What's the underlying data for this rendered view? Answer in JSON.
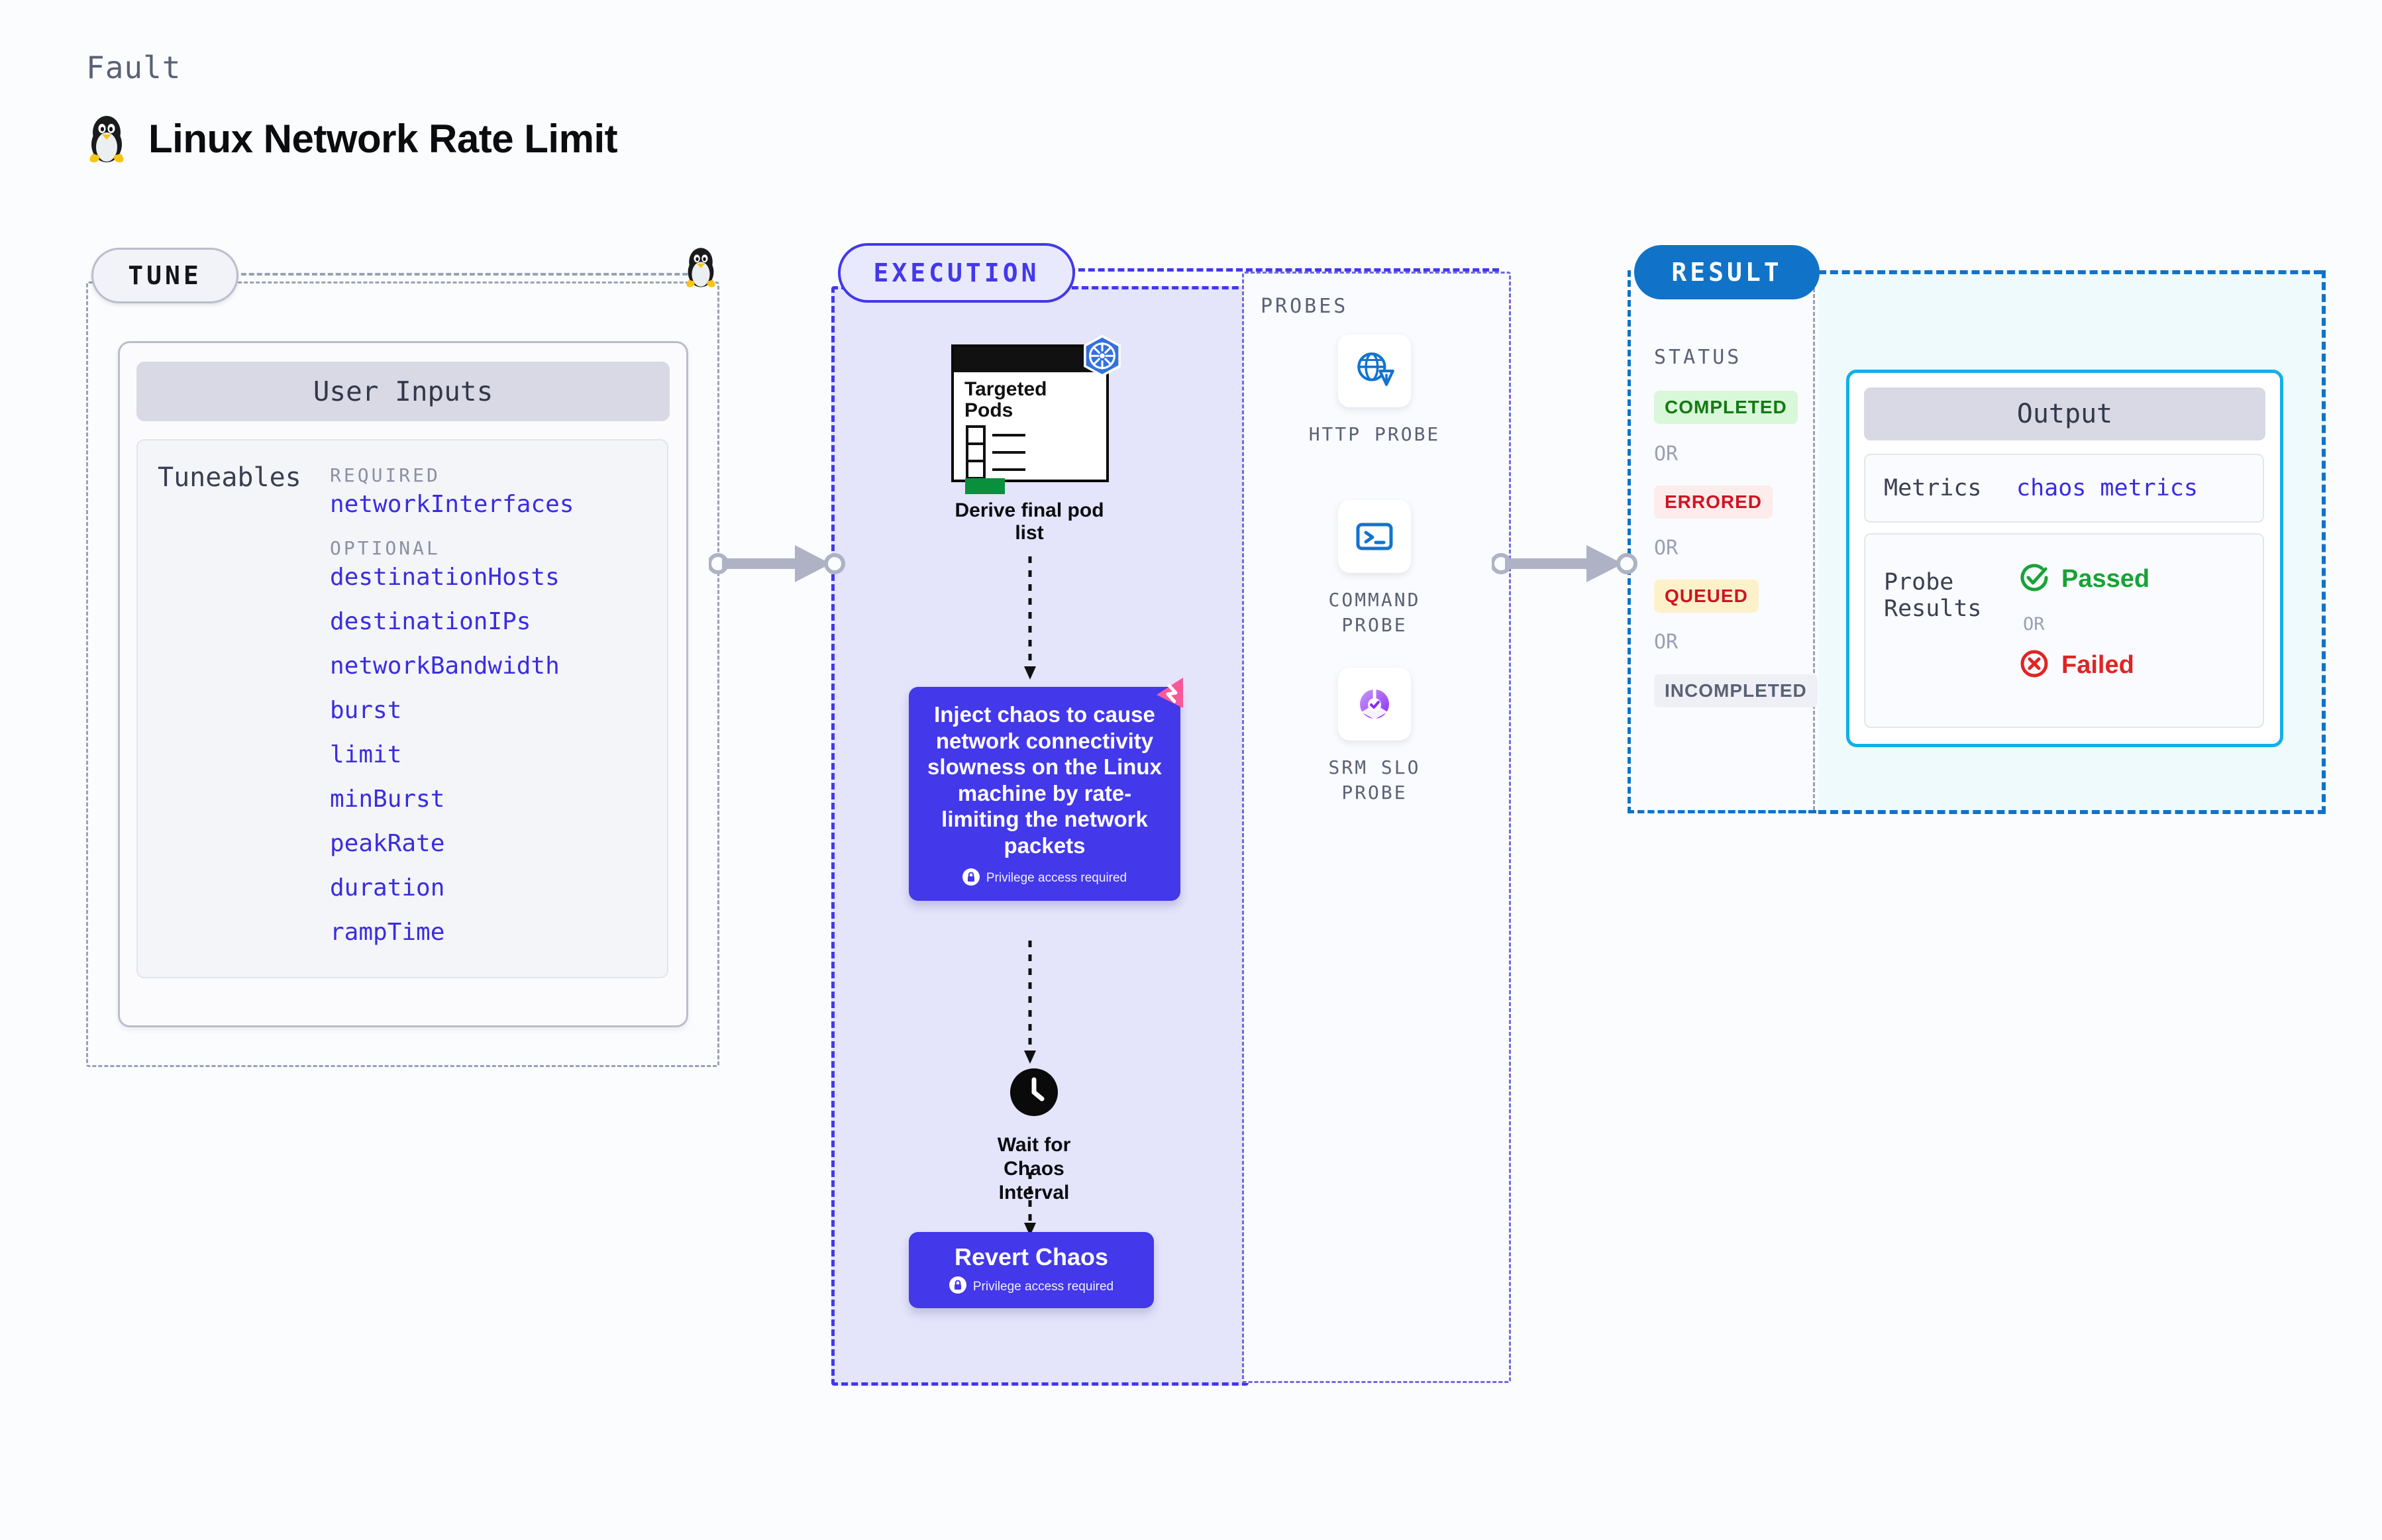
{
  "header": {
    "kicker": "Fault",
    "title": "Linux Network Rate Limit",
    "icon": "linux-penguin-icon"
  },
  "tune": {
    "tag": "TUNE",
    "card_title": "User Inputs",
    "tuneables_label": "Tuneables",
    "groups": [
      {
        "label": "REQUIRED",
        "items": [
          "networkInterfaces"
        ]
      },
      {
        "label": "OPTIONAL",
        "items": [
          "destinationHosts",
          "destinationIPs",
          "networkBandwidth",
          "burst",
          "limit",
          "minBurst",
          "peakRate",
          "duration",
          "rampTime"
        ]
      }
    ]
  },
  "execution": {
    "tag": "EXECUTION",
    "pods_node": {
      "card_title_line1": "Targeted",
      "card_title_line2": "Pods",
      "badge_icon": "kubernetes-icon",
      "caption": "Derive final pod list"
    },
    "inject_node": {
      "text": "Inject chaos to cause network connectivity slowness on the Linux machine by rate-limiting the network packets",
      "privilege_note": "Privilege access required",
      "privilege_icon": "lock-icon",
      "corner_icon": "litmus-chaos-icon"
    },
    "wait_node": {
      "icon": "clock-icon",
      "caption_line1": "Wait for Chaos",
      "caption_line2": "Interval"
    },
    "revert_node": {
      "title": "Revert Chaos",
      "privilege_note": "Privilege access required",
      "privilege_icon": "lock-icon"
    }
  },
  "probes": {
    "label": "PROBES",
    "items": [
      {
        "icon": "http-globe-warning-icon",
        "caption": "HTTP PROBE"
      },
      {
        "icon": "command-terminal-icon",
        "caption": "COMMAND\nPROBE"
      },
      {
        "icon": "srm-slo-gauge-icon",
        "caption": "SRM SLO\nPROBE"
      }
    ]
  },
  "result": {
    "tag": "RESULT",
    "status_label": "STATUS",
    "or_label": "OR",
    "statuses": [
      {
        "label": "COMPLETED",
        "bg": "#d9f7d9",
        "fg": "#137a13"
      },
      {
        "label": "ERRORED",
        "bg": "#fdeceb",
        "fg": "#cf1322"
      },
      {
        "label": "QUEUED",
        "bg": "#fdf1c9",
        "fg": "#cf1322"
      },
      {
        "label": "INCOMPLETED",
        "bg": "#eef0f6",
        "fg": "#5b6175"
      }
    ]
  },
  "output": {
    "card_title": "Output",
    "metrics_key": "Metrics",
    "metrics_value": "chaos metrics",
    "probe_results_key_line1": "Probe",
    "probe_results_key_line2": "Results",
    "passed_label": "Passed",
    "failed_label": "Failed",
    "or_label": "OR",
    "passed_icon": "check-circle-icon",
    "failed_icon": "x-circle-icon"
  },
  "colors": {
    "accent_purple": "#4338ea",
    "accent_blue": "#1073c8",
    "link_indigo": "#3a2ce0",
    "gray_dash": "#9aa0b4",
    "exec_fill": "#e4e4fb",
    "output_fill": "#effafd"
  }
}
